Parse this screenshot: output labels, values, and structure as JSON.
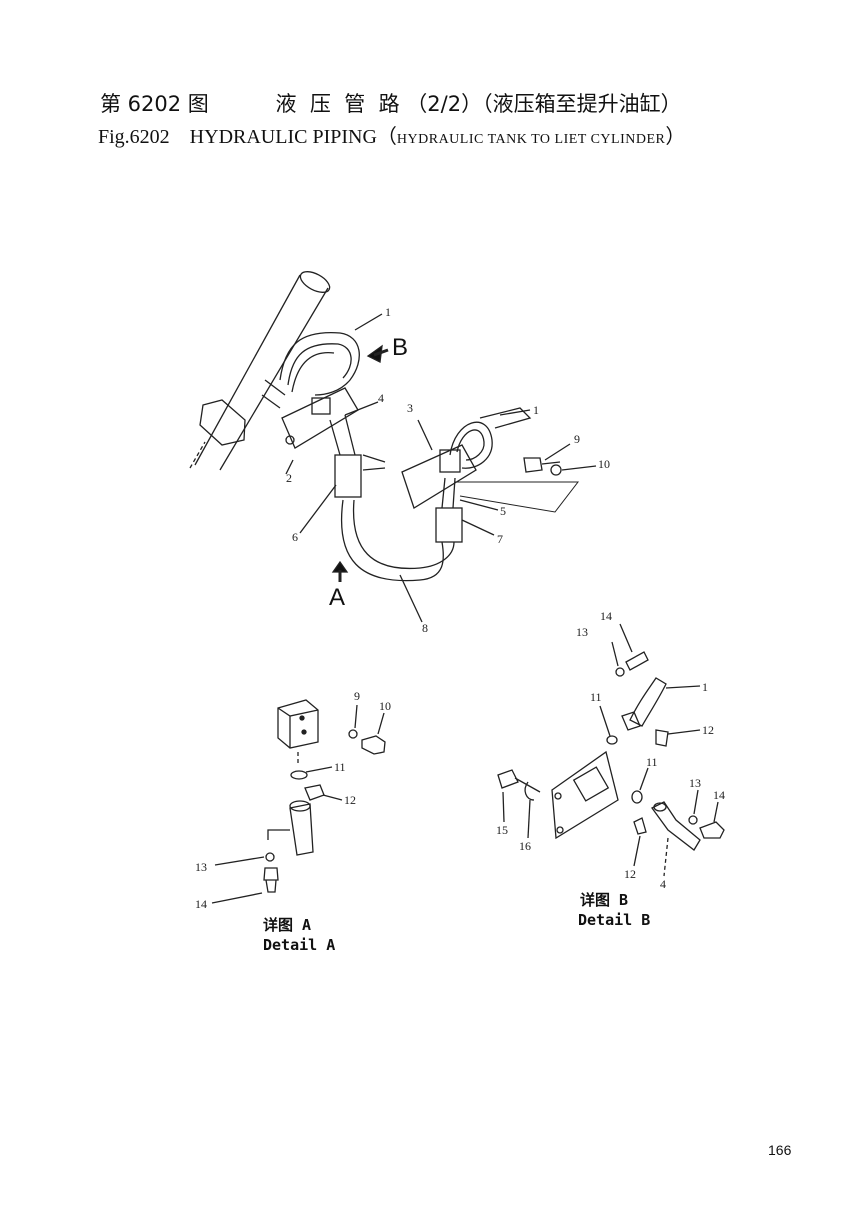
{
  "header": {
    "title_cn": "第 6202 图          液  压  管  路 （2/2）（液压箱至提升油缸）",
    "title_en_main": "Fig.6202    HYDRAULIC PIPING（",
    "title_en_sub": "HYDRAULIC TANK TO LIET CYLINDER",
    "title_en_close": "）"
  },
  "diagram": {
    "view_a_letter": "A",
    "view_b_letter": "B",
    "callouts": [
      "1",
      "1",
      "2",
      "3",
      "4",
      "5",
      "6",
      "7",
      "8",
      "9",
      "10"
    ],
    "detail_a": {
      "caption_cn": "详图 A",
      "caption_en": "Detail A",
      "callouts": [
        "9",
        "10",
        "11",
        "12",
        "13",
        "14"
      ]
    },
    "detail_b": {
      "caption_cn": "详图 B",
      "caption_en": "Detail B",
      "callouts": [
        "14",
        "13",
        "1",
        "11",
        "12",
        "11",
        "13",
        "14",
        "15",
        "16",
        "12",
        "4"
      ]
    }
  },
  "footer": {
    "page_number": "166"
  }
}
